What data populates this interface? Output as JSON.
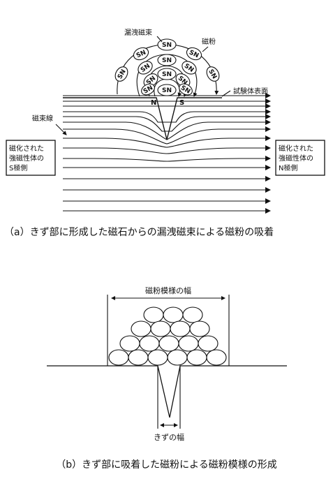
{
  "diagram_a": {
    "leakage_flux_label": "漏洩磁束",
    "magnetic_powder_label": "磁粉",
    "test_surface_label": "試験体表面",
    "flux_line_label": "磁束線",
    "left_box": [
      "磁化された",
      "強磁性体の",
      "S極側"
    ],
    "right_box": [
      "磁化された",
      "強磁性体の",
      "N極側"
    ],
    "pole_s": "S",
    "pole_n": "N",
    "particle_poles": "SN",
    "caption": "（a）きず部に形成した磁石からの漏洩磁束による磁粉の吸着"
  },
  "diagram_b": {
    "pattern_width_label": "磁粉模様の幅",
    "flaw_width_label": "きずの幅",
    "caption": "（b）きず部に吸着した磁粉による磁粉模様の形成"
  },
  "colors": {
    "ink": "#111111",
    "background": "#ffffff"
  }
}
